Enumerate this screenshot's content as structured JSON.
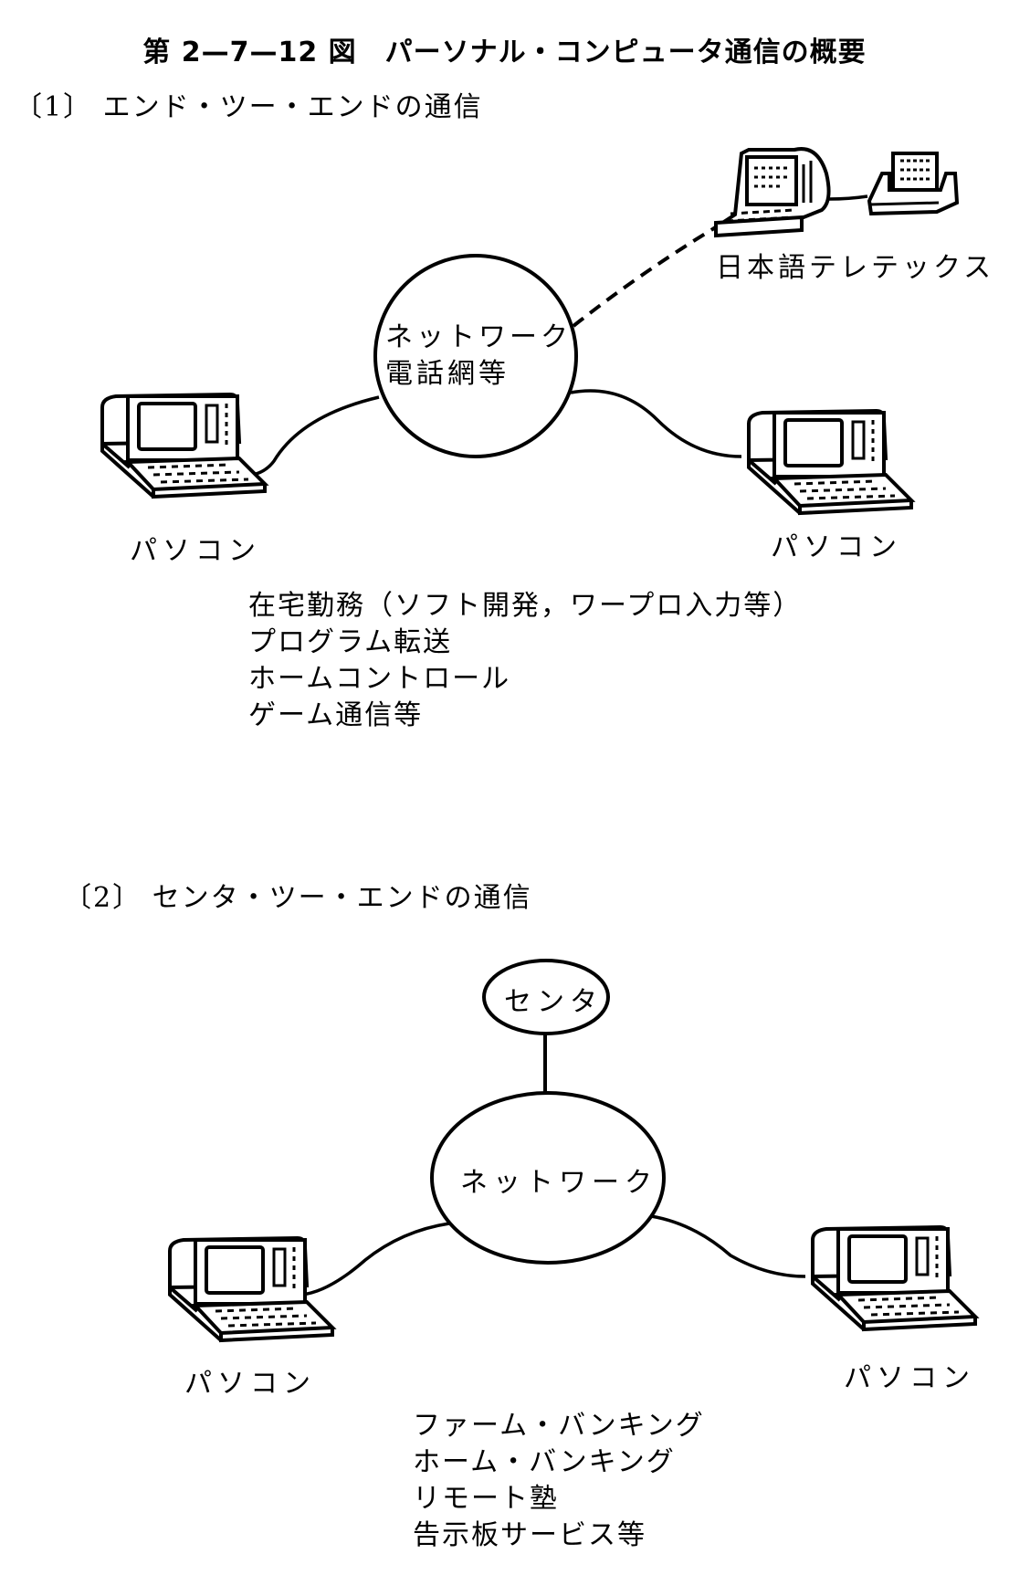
{
  "figure": {
    "title": "第 2—7—12 図　パーソナル・コンピュータ通信の概要"
  },
  "section1": {
    "heading": "〔1〕 エンド・ツー・エンドの通信",
    "network_label_line1": "ネットワーク",
    "network_label_line2": "電話網等",
    "teletex_label": "日本語テレテックス",
    "pc_left_label": "パソコン",
    "pc_right_label": "パソコン",
    "teletex_link_style": "dashed",
    "uses": [
      "在宅勤務（ソフト開発，ワープロ入力等）",
      "プログラム転送",
      "ホームコントロール",
      "ゲーム通信等"
    ]
  },
  "section2": {
    "heading": "〔2〕 センタ・ツー・エンドの通信",
    "center_label": "センタ",
    "network_label": "ネットワーク",
    "pc_left_label": "パソコン",
    "pc_right_label": "パソコン",
    "uses": [
      "ファーム・バンキング",
      "ホーム・バンキング",
      "リモート塾",
      "告示板サービス等"
    ]
  }
}
